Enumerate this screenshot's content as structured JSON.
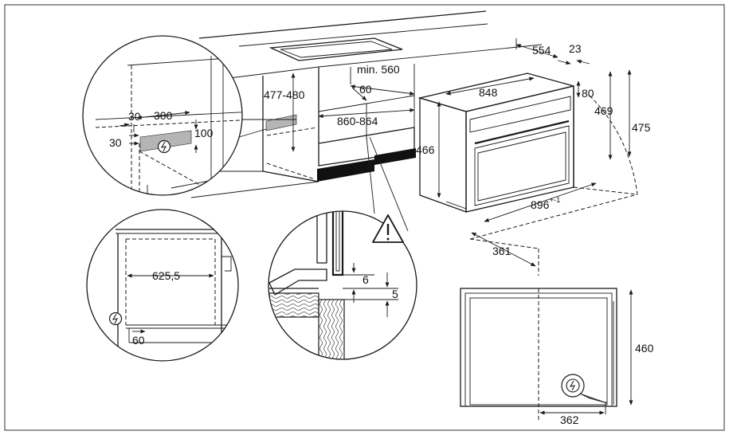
{
  "dimensions": {
    "d554": "554",
    "d23": "23",
    "d_min560": "min. 560",
    "d477_480": "477-480",
    "d60_top": "60",
    "d848": "848",
    "d80": "80",
    "d469": "469",
    "d475": "475",
    "d466": "466",
    "d860_864": "860-864",
    "d896": "896",
    "d896_tol": "+-1",
    "d361": "361",
    "d30_a": "30",
    "d300": "300",
    "d30_b": "30",
    "d100": "100",
    "d625_5": "625,5",
    "d60_bottom": "60",
    "d6": "6",
    "d5": "5",
    "d460": "460",
    "d362": "362"
  },
  "icons": {
    "power": "power-socket-icon",
    "warning": "warning-triangle-icon"
  },
  "colors": {
    "line": "#1a1a1a",
    "socket_fill": "#b5b5b5",
    "vent_fill": "#111111",
    "background": "#ffffff"
  }
}
